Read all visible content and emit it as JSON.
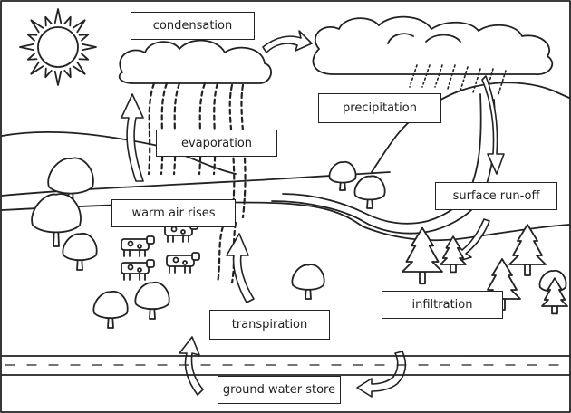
{
  "labels": {
    "condensation": "condensation",
    "evaporation": "evaporation",
    "precipitation": "precipitation",
    "surface_runoff": "surface run-off",
    "warm_air_rises": "warm air rises",
    "infiltration": "infiltration",
    "transpiration": "transpiration",
    "ground_water_store": "ground water store"
  }
}
